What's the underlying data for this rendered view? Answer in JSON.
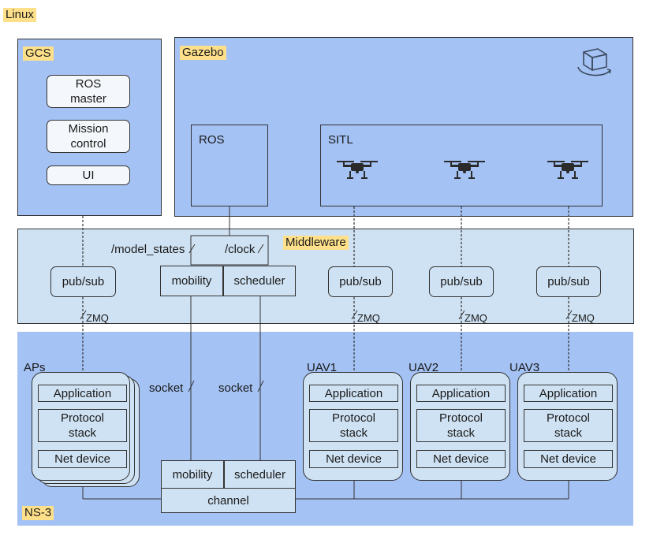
{
  "labels": {
    "linux": "Linux",
    "gcs": "GCS",
    "gazebo": "Gazebo",
    "middleware": "Middleware",
    "ns3": "NS-3"
  },
  "gcs": {
    "ros_master": "ROS\nmaster",
    "mission_control": "Mission\ncontrol",
    "ui": "UI"
  },
  "gazebo": {
    "ros": "ROS",
    "sitl": "SITL"
  },
  "middleware": {
    "topic_model_states": "/model_states",
    "topic_clock": "/clock",
    "mobility": "mobility",
    "scheduler": "scheduler",
    "pubsub": [
      "pub/sub",
      "pub/sub",
      "pub/sub",
      "pub/sub",
      "pub/sub"
    ],
    "zmq": [
      "ZMQ",
      "ZMQ",
      "ZMQ",
      "ZMQ"
    ]
  },
  "ns3": {
    "socket_left": "socket",
    "socket_right": "socket",
    "mobility": "mobility",
    "scheduler": "scheduler",
    "channel": "channel",
    "nodes": [
      {
        "name": "APs",
        "application": "Application",
        "protocol": "Protocol\nstack",
        "netdevice": "Net device"
      },
      {
        "name": "UAV1",
        "application": "Application",
        "protocol": "Protocol\nstack",
        "netdevice": "Net device"
      },
      {
        "name": "UAV2",
        "application": "Application",
        "protocol": "Protocol\nstack",
        "netdevice": "Net device"
      },
      {
        "name": "UAV3",
        "application": "Application",
        "protocol": "Protocol\nstack",
        "netdevice": "Net device"
      }
    ]
  },
  "icons": [
    "gazebo-cube-icon",
    "drone-icon"
  ],
  "colors": {
    "region_blue": "#a4c2f4",
    "middleware_blue": "#cfe2f3",
    "label_yellow": "#ffe08a"
  }
}
